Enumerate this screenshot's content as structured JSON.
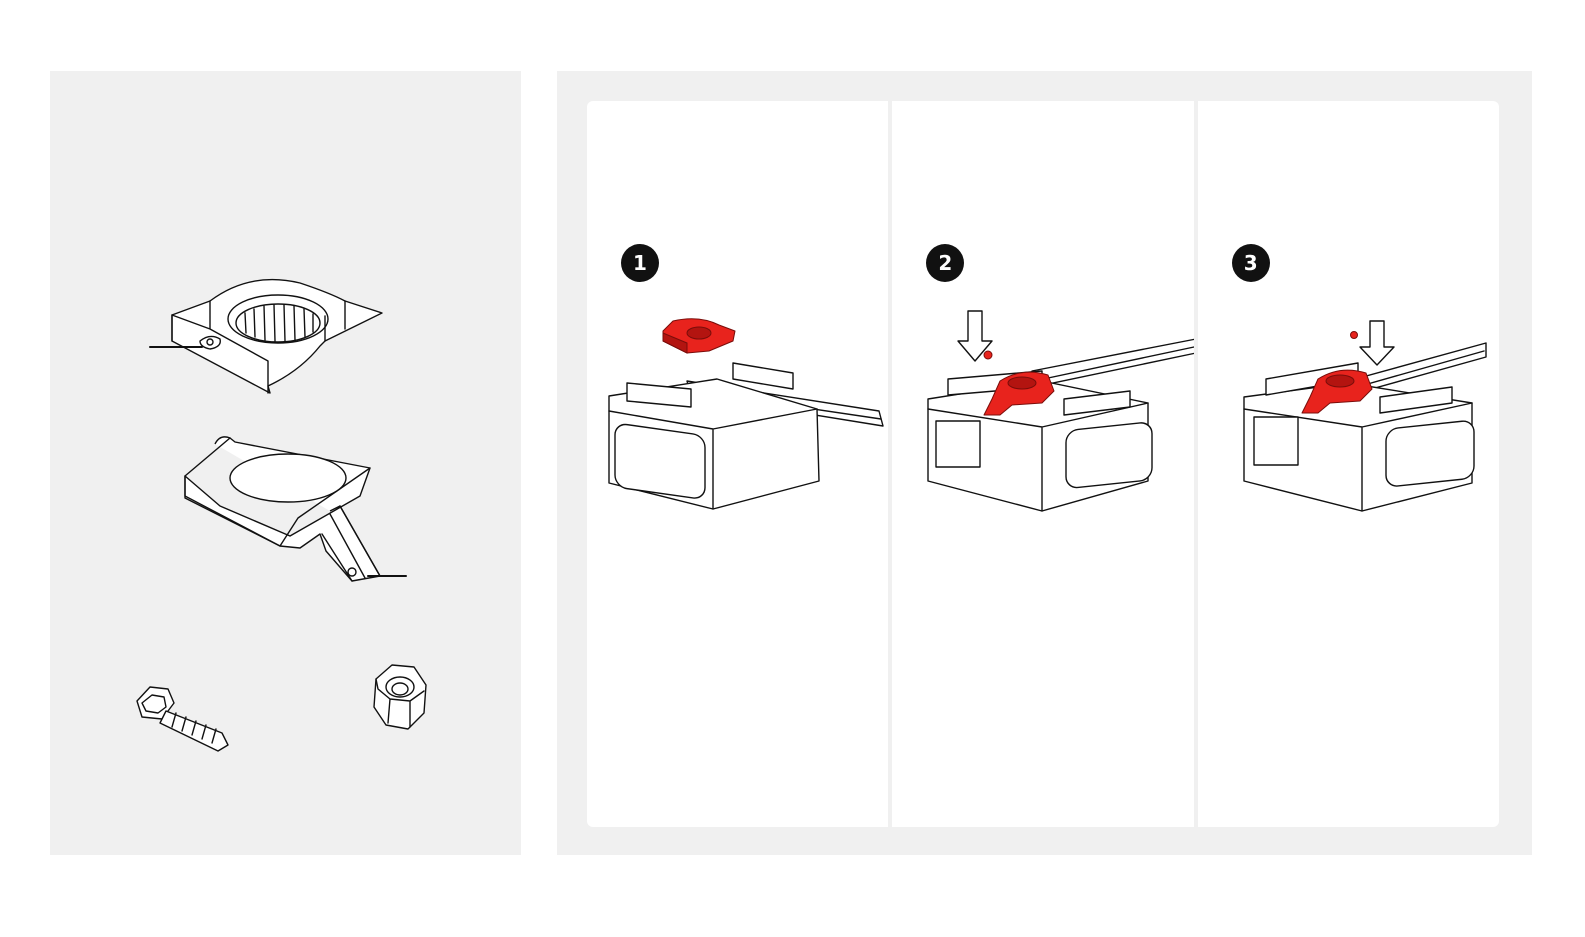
{
  "colors": {
    "accent": "#e8231d",
    "panel": "#f0f0f0",
    "badge": "#111111"
  },
  "parts": [
    {
      "name": "cover-top-piece",
      "icon": "cover-top-icon"
    },
    {
      "name": "cover-bottom-piece",
      "icon": "cover-bottom-icon"
    },
    {
      "name": "self-tapping-screw",
      "icon": "screw-icon"
    },
    {
      "name": "flange-nut",
      "icon": "nut-icon"
    }
  ],
  "steps": [
    {
      "number": "1"
    },
    {
      "number": "2"
    },
    {
      "number": "3"
    }
  ]
}
